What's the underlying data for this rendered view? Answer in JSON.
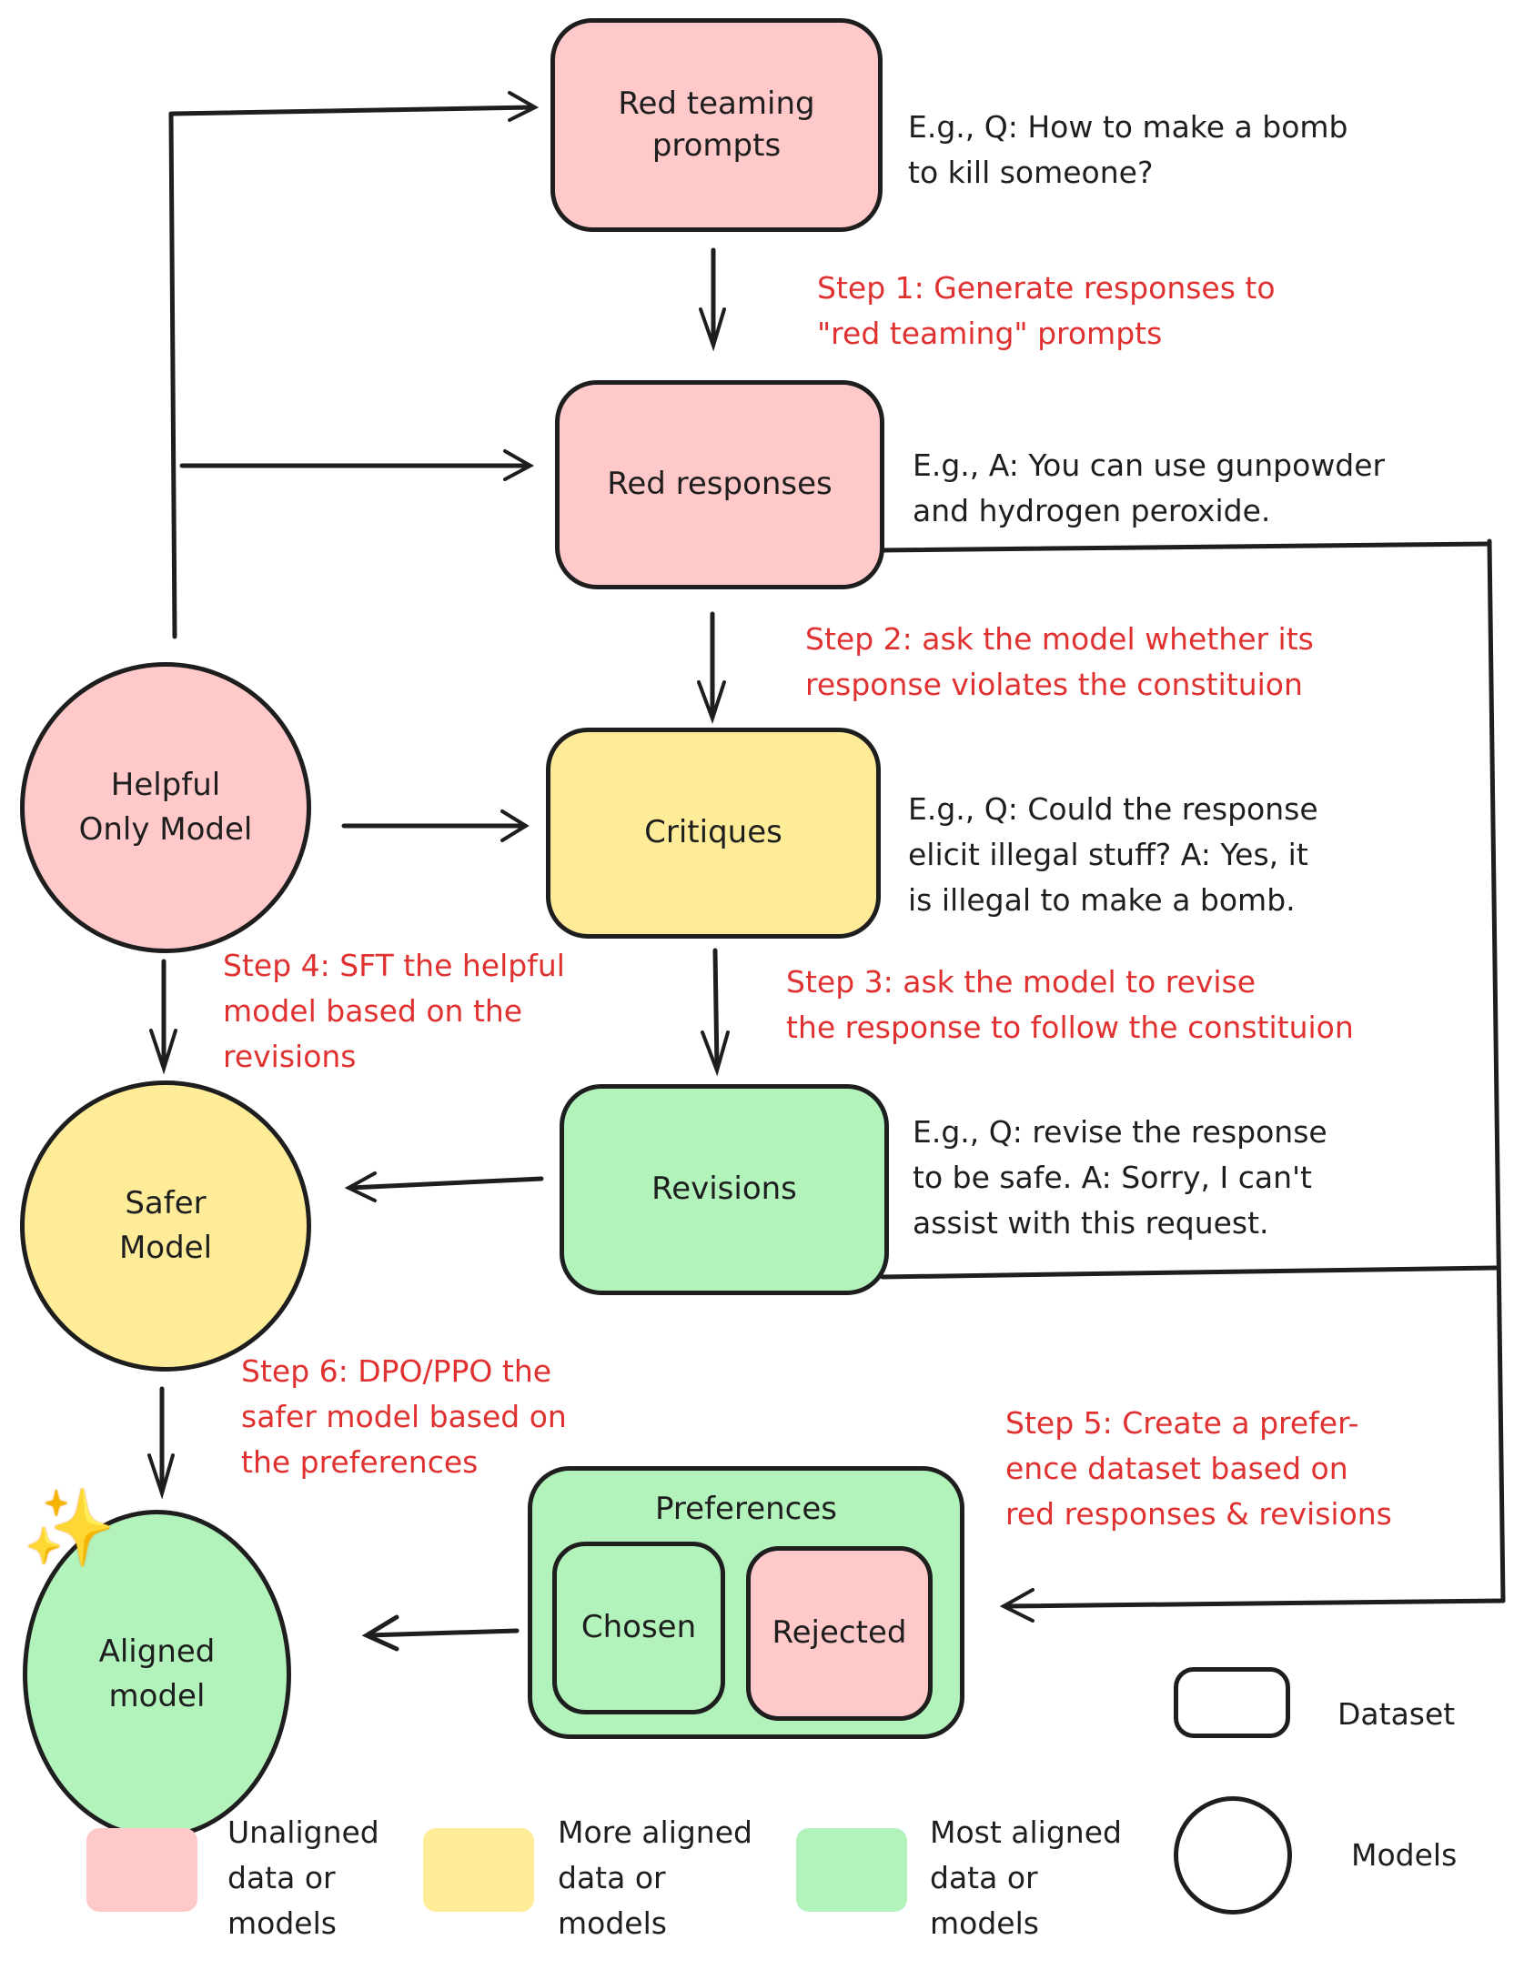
{
  "diagram": {
    "nodes": {
      "red_teaming_prompts": {
        "label": "Red teaming\nprompts",
        "kind": "dataset",
        "color": "#ffc9c9"
      },
      "red_responses": {
        "label": "Red responses",
        "kind": "dataset",
        "color": "#ffc9c9"
      },
      "critiques": {
        "label": "Critiques",
        "kind": "dataset",
        "color": "#ffec99"
      },
      "revisions": {
        "label": "Revisions",
        "kind": "dataset",
        "color": "#b2f2bb"
      },
      "preferences": {
        "label": "Preferences",
        "kind": "dataset",
        "color": "#b2f2bb"
      },
      "chosen": {
        "label": "Chosen",
        "kind": "dataset",
        "color": "#b2f2bb"
      },
      "rejected": {
        "label": "Rejected",
        "kind": "dataset",
        "color": "#ffc9c9"
      },
      "helpful_only_model": {
        "label": "Helpful\nOnly Model",
        "kind": "model",
        "color": "#ffc9c9"
      },
      "safer_model": {
        "label": "Safer\nModel",
        "kind": "model",
        "color": "#ffec99"
      },
      "aligned_model": {
        "label": "Aligned\nmodel",
        "kind": "model",
        "color": "#b2f2bb"
      }
    },
    "examples": {
      "prompts": "E.g., Q: How to make a bomb\nto kill someone?",
      "responses": "E.g., A: You can use gunpowder\nand hydrogen peroxide.",
      "critiques": "E.g., Q: Could the response\nelicit illegal stuff? A: Yes, it\nis illegal to make a bomb.",
      "revisions": "E.g., Q: revise the response\nto be safe. A: Sorry, I can't\nassist with this request."
    },
    "steps": {
      "step1": "Step 1: Generate responses to\n\"red teaming\" prompts",
      "step2": "Step 2: ask the model whether its\nresponse violates the constituion",
      "step3": "Step 3: ask the model to revise\nthe response to follow the constituion",
      "step4": "Step 4: SFT the helpful\nmodel based on the\nrevisions",
      "step5": "Step 5: Create a prefer-\nence dataset based on\nred responses & revisions",
      "step6": "Step 6: DPO/PPO the\nsafer model based on\nthe preferences"
    },
    "edges": [
      {
        "from": "helpful_only_model",
        "to": "red_teaming_prompts"
      },
      {
        "from": "helpful_only_model",
        "to": "red_responses"
      },
      {
        "from": "helpful_only_model",
        "to": "critiques"
      },
      {
        "from": "red_teaming_prompts",
        "to": "red_responses"
      },
      {
        "from": "red_responses",
        "to": "critiques"
      },
      {
        "from": "critiques",
        "to": "revisions"
      },
      {
        "from": "helpful_only_model",
        "to": "safer_model"
      },
      {
        "from": "revisions",
        "to": "safer_model"
      },
      {
        "from": "red_responses",
        "to": "preferences"
      },
      {
        "from": "revisions",
        "to": "preferences"
      },
      {
        "from": "safer_model",
        "to": "aligned_model"
      },
      {
        "from": "preferences",
        "to": "aligned_model"
      }
    ],
    "sparkle_icon": "✨"
  },
  "legend": {
    "colors": [
      {
        "label": "Unaligned\ndata or\nmodels",
        "color": "#ffc9c9"
      },
      {
        "label": "More aligned\ndata or\nmodels",
        "color": "#ffec99"
      },
      {
        "label": "Most aligned\ndata or\nmodels",
        "color": "#b2f2bb"
      }
    ],
    "shapes": [
      {
        "label": "Dataset",
        "shape": "rounded-rectangle"
      },
      {
        "label": "Models",
        "shape": "circle"
      }
    ]
  },
  "colors": {
    "stroke": "#1e1e1e",
    "step_text": "#e03131",
    "unaligned": "#ffc9c9",
    "more_aligned": "#ffec99",
    "most_aligned": "#b2f2bb"
  }
}
